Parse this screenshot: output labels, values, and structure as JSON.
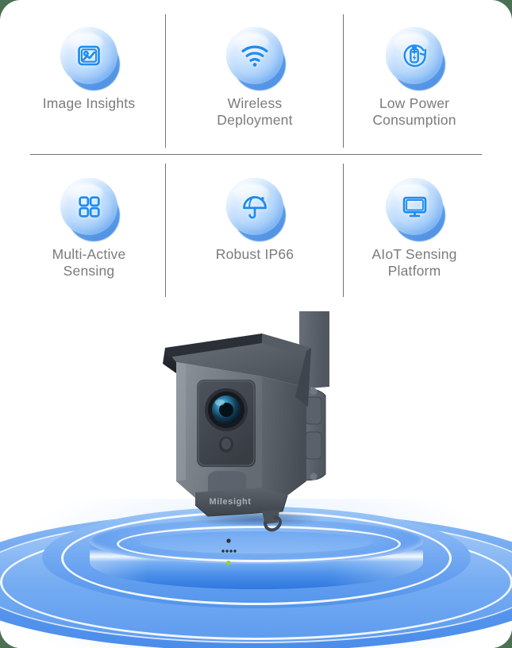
{
  "brand": "Milesight",
  "colors": {
    "page_background": "#4a7152",
    "card_background": "#ffffff",
    "icon_accent": "#1f8cf0",
    "bubble_light": "#dcecff",
    "bubble_deep": "#5e9bee",
    "label_text": "#7b7b7b",
    "divider": "#3c3c3c",
    "podium_blue": "#4f90ea",
    "status_led_green": "#8fd13f"
  },
  "features": {
    "rows": 2,
    "columns": 3,
    "items": [
      {
        "id": "image-insights",
        "label": "Image Insights",
        "icon": "image-chart-icon"
      },
      {
        "id": "wireless-deployment",
        "label": "Wireless\nDeployment",
        "icon": "wifi-icon"
      },
      {
        "id": "low-power",
        "label": "Low Power\nConsumption",
        "icon": "battery-recharge-icon"
      },
      {
        "id": "multi-active-sensing",
        "label": "Multi-Active\nSensing",
        "icon": "grid-four-squares-icon"
      },
      {
        "id": "robust-ip66",
        "label": "Robust IP66",
        "icon": "umbrella-icon"
      },
      {
        "id": "aiot-platform",
        "label": "AIoT Sensing\nPlatform",
        "icon": "monitor-icon"
      }
    ]
  },
  "product": {
    "name": "Milesight",
    "type": "outdoor-ai-camera",
    "badge_text": "Milesight",
    "display": "product-on-podium"
  }
}
